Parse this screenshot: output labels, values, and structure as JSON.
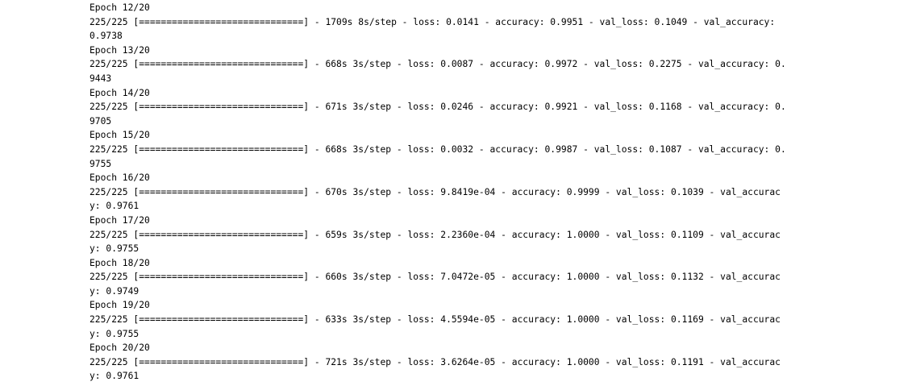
{
  "output": {
    "lines": [
      "Epoch 12/20",
      "225/225 [==============================] - 1709s 8s/step - loss: 0.0141 - accuracy: 0.9951 - val_loss: 0.1049 - val_accuracy:",
      "0.9738",
      "Epoch 13/20",
      "225/225 [==============================] - 668s 3s/step - loss: 0.0087 - accuracy: 0.9972 - val_loss: 0.2275 - val_accuracy: 0.",
      "9443",
      "Epoch 14/20",
      "225/225 [==============================] - 671s 3s/step - loss: 0.0246 - accuracy: 0.9921 - val_loss: 0.1168 - val_accuracy: 0.",
      "9705",
      "Epoch 15/20",
      "225/225 [==============================] - 668s 3s/step - loss: 0.0032 - accuracy: 0.9987 - val_loss: 0.1087 - val_accuracy: 0.",
      "9755",
      "Epoch 16/20",
      "225/225 [==============================] - 670s 3s/step - loss: 9.8419e-04 - accuracy: 0.9999 - val_loss: 0.1039 - val_accurac",
      "y: 0.9761",
      "Epoch 17/20",
      "225/225 [==============================] - 659s 3s/step - loss: 2.2360e-04 - accuracy: 1.0000 - val_loss: 0.1109 - val_accurac",
      "y: 0.9755",
      "Epoch 18/20",
      "225/225 [==============================] - 660s 3s/step - loss: 7.0472e-05 - accuracy: 1.0000 - val_loss: 0.1132 - val_accurac",
      "y: 0.9749",
      "Epoch 19/20",
      "225/225 [==============================] - 633s 3s/step - loss: 4.5594e-05 - accuracy: 1.0000 - val_loss: 0.1169 - val_accurac",
      "y: 0.9755",
      "Epoch 20/20",
      "225/225 [==============================] - 721s 3s/step - loss: 3.6264e-05 - accuracy: 1.0000 - val_loss: 0.1191 - val_accurac",
      "y: 0.9761"
    ]
  }
}
